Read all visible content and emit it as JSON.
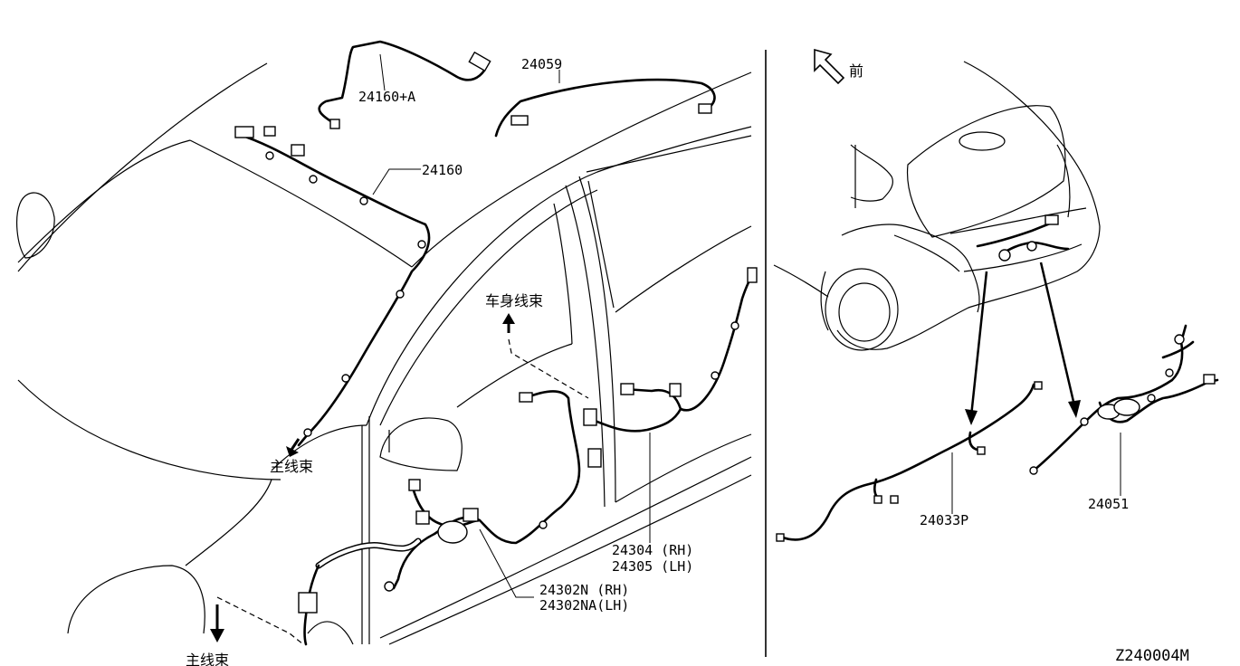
{
  "diagram_id": "Z240004M",
  "front_label": "前",
  "part_labels": {
    "p24160a": "24160+A",
    "p24059": "24059",
    "p24160": "24160",
    "p24304": "24304 (RH)",
    "p24305": "24305 (LH)",
    "p24302n": "24302N (RH)",
    "p24302na": "24302NA(LH)",
    "p24033p": "24033P",
    "p24051": "24051"
  },
  "harness_labels": {
    "body_harness": "车身线束",
    "main_harness_1": "主线束",
    "main_harness_2": "主线束"
  }
}
